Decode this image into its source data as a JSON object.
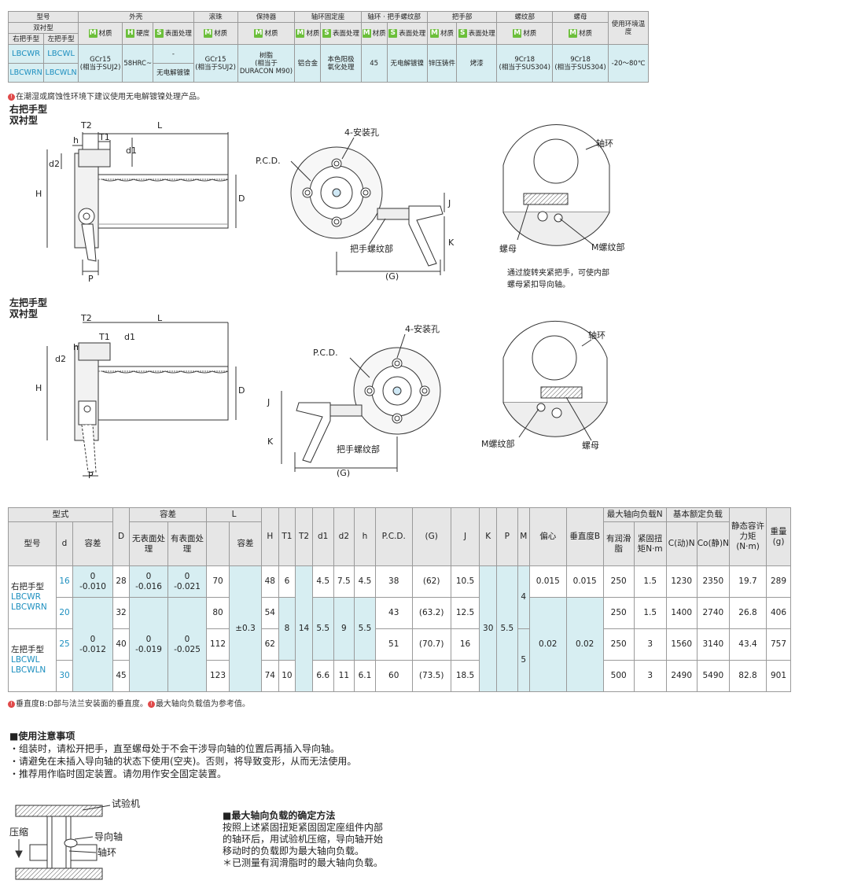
{
  "top_table": {
    "col_model": "型号",
    "col_shell": "外壳",
    "col_ball": "滚珠",
    "col_retainer": "保持器",
    "col_seat": "轴环固定座",
    "col_collar": "轴环 · 把手螺纹部",
    "col_handle": "把手部",
    "col_thread": "螺纹部",
    "col_nut": "螺母",
    "col_env": "使用环境温度",
    "double_type": "双衬型",
    "right_type": "右把手型",
    "left_type": "左把手型",
    "lbl_material": "材质",
    "lbl_hardness": "硬度",
    "lbl_surface": "表面处理",
    "models": [
      "LBCWR",
      "LBCWL",
      "LBCWRN",
      "LBCWLN"
    ],
    "shell_mat": "GCr15",
    "shell_mat2": "(相当于SUJ2)",
    "shell_hard": "58HRC~",
    "shell_surf1": "-",
    "shell_surf2": "无电解镀镍",
    "ball_mat": "GCr15",
    "ball_mat2": "(相当于SUJ2)",
    "ret_mat1": "树脂",
    "ret_mat2": "(相当于",
    "ret_mat3": "DURACON M90)",
    "seat_mat": "铝合金",
    "seat_surf1": "本色阳极",
    "seat_surf2": "氧化处理",
    "collar_mat": "45",
    "collar_surf": "无电解镀镍",
    "handle_mat": "锌压铸件",
    "handle_surf": "烤漆",
    "thread_mat1": "9Cr18",
    "thread_mat2": "(相当于SUS304)",
    "nut_mat1": "9Cr18",
    "nut_mat2": "(相当于SUS304)",
    "env": "-20～80℃",
    "note": "在潮湿或腐蚀性环境下建议使用无电解镀镍处理产品。"
  },
  "badges": {
    "m": "M",
    "h": "H",
    "s": "S",
    "note_icon": "!"
  },
  "sections": {
    "right_title": "右把手型",
    "right_sub": "双衬型",
    "left_title": "左把手型",
    "left_sub": "双衬型"
  },
  "drawing": {
    "T2": "T2",
    "T1": "T1",
    "L": "L",
    "h": "h",
    "d1": "d1",
    "d2": "d2",
    "H": "H",
    "D": "D",
    "P": "P",
    "pcd": "P.C.D.",
    "mount_holes": "4-安装孔",
    "handle_thread": "把手螺纹部",
    "G": "(G)",
    "J": "J",
    "K": "K",
    "collar": "轴环",
    "nut": "螺母",
    "m_thread": "M螺纹部",
    "desc1": "通过旋转夹紧把手，可使内部",
    "desc2": "螺母紧扣导向轴。"
  },
  "spec_table": {
    "h_type": "型式",
    "h_tol": "容差",
    "h_L": "L",
    "h_maxload": "最大轴向负载N",
    "h_rated": "基本额定负载",
    "h_static": "静态容许力矩(N·m)",
    "h_weight": "重量(g)",
    "h_model": "型号",
    "h_d": "d",
    "h_dtol": "容差",
    "h_D": "D",
    "h_nosurf": "无表面处理",
    "h_surf": "有表面处理",
    "h_Ltol": "容差",
    "h_H": "H",
    "h_T1": "T1",
    "h_T2": "T2",
    "h_d1": "d1",
    "h_d2": "d2",
    "h_h": "h",
    "h_pcd": "P.C.D.",
    "h_G": "(G)",
    "h_J": "J",
    "h_K": "K",
    "h_P": "P",
    "h_M": "M",
    "h_ecc": "偏心",
    "h_perp": "垂直度B",
    "h_lube": "有润滑脂",
    "h_torque": "紧固扭矩N·m",
    "h_C": "C(动)N",
    "h_C0": "Co(静)N",
    "group1": [
      "右把手型",
      "LBCWR",
      "LBCWRN"
    ],
    "group2": [
      "左把手型",
      "LBCWL",
      "LBCWLN"
    ],
    "rows": [
      {
        "d": "16",
        "dtol": "0\n-0.010",
        "D": "28",
        "nosurf": "0\n-0.016",
        "surf": "0\n-0.021",
        "L": "70",
        "H": "48",
        "T1": "6",
        "d1": "4.5",
        "d2": "7.5",
        "h": "4.5",
        "pcd": "38",
        "G": "(62)",
        "J": "10.5",
        "ecc": "0.015",
        "perp": "0.015",
        "load": "250",
        "torque": "1.5",
        "C": "1230",
        "C0": "2350",
        "static": "19.7",
        "weight": "289"
      },
      {
        "d": "20",
        "dtol": "",
        "D": "32",
        "nosurf": "",
        "surf": "",
        "L": "80",
        "H": "54",
        "T1": "",
        "d1": "",
        "d2": "",
        "h": "",
        "pcd": "43",
        "G": "(63.2)",
        "J": "12.5",
        "ecc": "",
        "perp": "",
        "load": "250",
        "torque": "1.5",
        "C": "1400",
        "C0": "2740",
        "static": "26.8",
        "weight": "406"
      },
      {
        "d": "25",
        "dtol": "0\n-0.012",
        "D": "40",
        "nosurf": "0\n-0.019",
        "surf": "0\n-0.025",
        "L": "112",
        "H": "62",
        "T1": "",
        "d1": "",
        "d2": "",
        "h": "",
        "pcd": "51",
        "G": "(70.7)",
        "J": "16",
        "ecc": "0.02",
        "perp": "0.02",
        "load": "250",
        "torque": "3",
        "C": "1560",
        "C0": "3140",
        "static": "43.4",
        "weight": "757"
      },
      {
        "d": "30",
        "dtol": "",
        "D": "45",
        "nosurf": "",
        "surf": "",
        "L": "123",
        "H": "74",
        "T1": "10",
        "d1": "6.6",
        "d2": "11",
        "h": "6.1",
        "pcd": "60",
        "G": "(73.5)",
        "J": "18.5",
        "ecc": "",
        "perp": "",
        "load": "500",
        "torque": "3",
        "C": "2490",
        "C0": "5490",
        "static": "82.8",
        "weight": "901"
      }
    ],
    "Ltol_merged": "±0.3",
    "T1_merged": "8",
    "T2_merged": "14",
    "d1_merged": "5.5",
    "d2_merged": "9",
    "h_merged": "5.5",
    "K_merged": "30",
    "P_merged": "5.5",
    "M_top": "4",
    "M_bottom": "5",
    "note1": "垂直度B:D部与法兰安装面的垂直度。",
    "note2": "最大轴向负载值为参考值。"
  },
  "caution": {
    "title": "■使用注意事项",
    "items": [
      "・组装时，请松开把手，直至螺母处于不会干涉导向轴的位置后再插入导向轴。",
      "・请避免在未插入导向轴的状态下使用(空夹)。否则，将导致变形，从而无法使用。",
      "・推荐用作临时固定装置。请勿用作安全固定装置。"
    ]
  },
  "maxload": {
    "title": "■最大轴向负载的确定方法",
    "lines": [
      "按照上述紧固扭矩紧固固定座组件内部",
      "的轴环后，用试验机压缩，导向轴开始",
      "移动时的负载即为最大轴向负载。",
      "＊已测量有润滑脂时的最大轴向负载。"
    ],
    "lbl_tester": "试验机",
    "lbl_compress": "压缩",
    "lbl_shaft": "导向轴",
    "lbl_collar": "轴环"
  }
}
